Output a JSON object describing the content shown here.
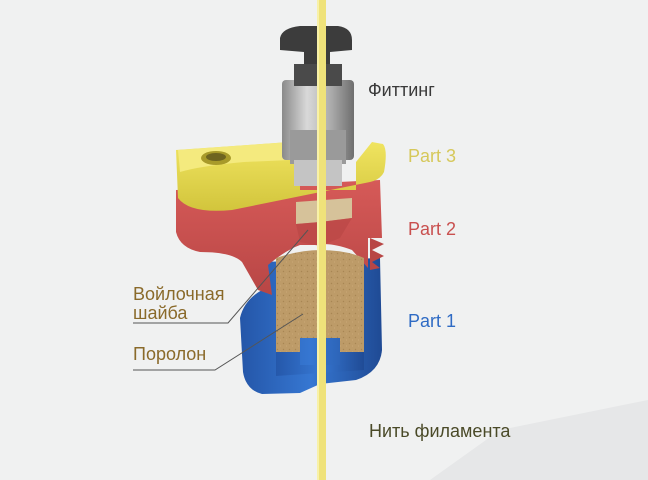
{
  "labels": {
    "fitting": "Фиттинг",
    "part3": "Part 3",
    "part2": "Part 2",
    "part1": "Part 1",
    "felt_line1": "Войлочная",
    "felt_line2": "шайба",
    "foam": "Поролон",
    "filament": "Нить филамента"
  },
  "colors": {
    "background": "#f0f1f1",
    "part3": "#e4d84a",
    "part2": "#c9504f",
    "part1": "#2f6bc4",
    "foam": "#bd9b68",
    "felt": "#d6c29a",
    "fitting_dark": "#3c3c3c",
    "fitting_metal": "#b8b8b8",
    "filament": "#efe27a",
    "label_part3": "#d6c85a",
    "label_part2": "#c9504f",
    "label_part1": "#2f6bc4",
    "label_callout": "#8a6a2a",
    "label_default": "#3a3a3a"
  }
}
